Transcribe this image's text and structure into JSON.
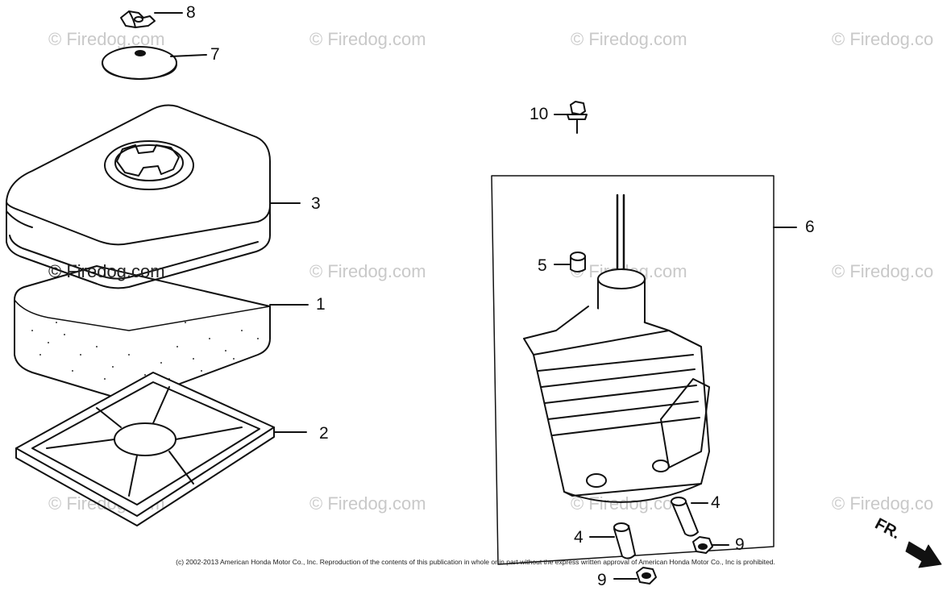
{
  "watermark": {
    "text": "© Firedog.com",
    "dark_text": "© Firedog.com",
    "truncated_text": "© Firedog.co"
  },
  "callouts": {
    "c1": "1",
    "c2": "2",
    "c3": "3",
    "c4a": "4",
    "c4b": "4",
    "c5": "5",
    "c6": "6",
    "c7": "7",
    "c8": "8",
    "c9a": "9",
    "c9b": "9",
    "c10": "10"
  },
  "direction_label": "FR.",
  "copyright": "(c) 2002-2013 American Honda Motor Co., Inc. Reproduction of the contents of this publication in whole or in part without the express written approval of American Honda Motor Co., Inc is prohibited.",
  "colors": {
    "line": "#111111",
    "watermark": "#c9c9c9"
  }
}
